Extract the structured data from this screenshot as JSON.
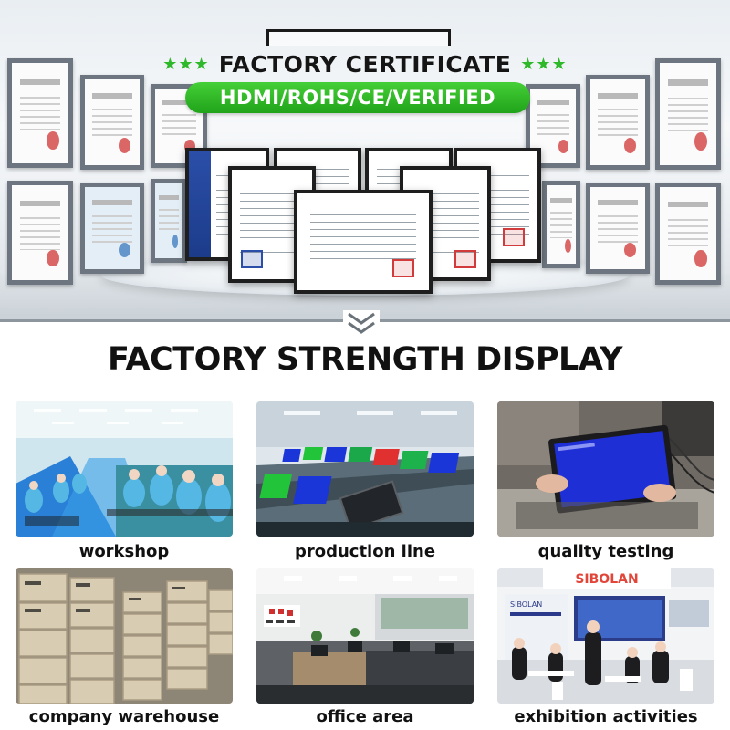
{
  "header": {
    "certificate_title": "FACTORY CERTIFICATE",
    "stars_left": "★★★",
    "stars_right": "★★★",
    "badge_text": "HDMI/ROHS/CE/VERIFIED"
  },
  "section": {
    "title": "FACTORY STRENGTH DISPLAY"
  },
  "gallery": {
    "items": [
      {
        "label": "workshop",
        "icon": "workshop-photo"
      },
      {
        "label": "production line",
        "icon": "production-line-photo"
      },
      {
        "label": "quality testing",
        "icon": "quality-testing-photo"
      },
      {
        "label": "company warehouse",
        "icon": "warehouse-photo"
      },
      {
        "label": "office area",
        "icon": "office-photo"
      },
      {
        "label": "exhibition activities",
        "icon": "exhibition-photo"
      }
    ]
  },
  "photo_text": {
    "exhibition_brand": "SIBOLAN",
    "exhibition_sub": "SIBOLAN"
  },
  "colors": {
    "accent_green": "#2fb82a",
    "title_black": "#111111",
    "panel_blue": "#1f2fd6"
  }
}
